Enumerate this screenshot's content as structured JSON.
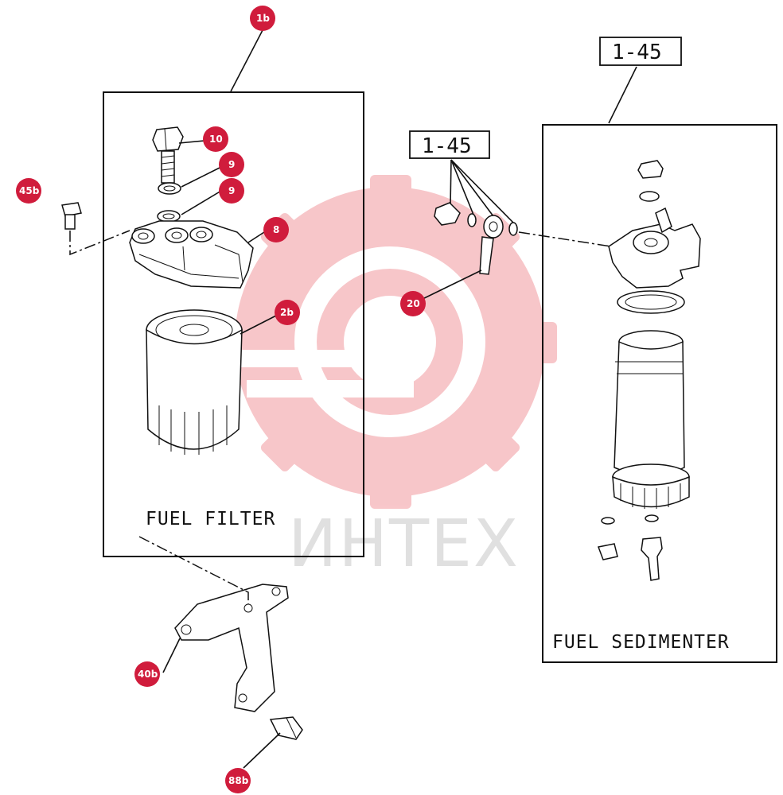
{
  "diagram": {
    "panels": {
      "fuel_filter": {
        "label": "FUEL FILTER"
      },
      "fuel_sedimenter": {
        "label": "FUEL SEDIMENTER"
      }
    },
    "ref_boxes": {
      "sedimenter_ref": "1-45",
      "hose_ref": "1-45"
    },
    "callouts": {
      "c_1b": "1b",
      "c_10": "10",
      "c_9a": "9",
      "c_9b": "9",
      "c_8": "8",
      "c_2b": "2b",
      "c_45b": "45b",
      "c_20": "20",
      "c_40b": "40b",
      "c_88b": "88b"
    },
    "watermark": "ИНТЕХ",
    "colors": {
      "callout": "#d01c3c",
      "watermark": "#e8505a"
    }
  }
}
